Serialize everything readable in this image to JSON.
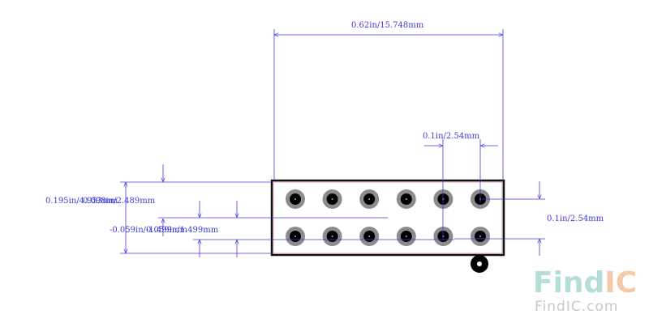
{
  "dimensions": {
    "overall_width": "0.62in/15.748mm",
    "pitch_top": "0.1in/2.54mm",
    "pitch_right": "0.1in/2.54mm",
    "height_a": "0.195in/4.953mm",
    "height_b": "0.098in/2.489mm",
    "offset_a": "-0.059in/-1.499mm",
    "offset_b": "0.059in/1.499mm"
  },
  "pads": {
    "rows": 2,
    "columns": 6
  },
  "watermark": {
    "logo_part1": "Find",
    "logo_part2": "IC",
    "site": "FindIC.com"
  },
  "colors": {
    "dimension": "#3d3dd6",
    "outline": "#111111",
    "pad_ring": "#8c8c8c",
    "watermark_teal": "#b5ded8",
    "watermark_orange": "#f6c9a8",
    "watermark_gray": "#c8c8c8"
  }
}
